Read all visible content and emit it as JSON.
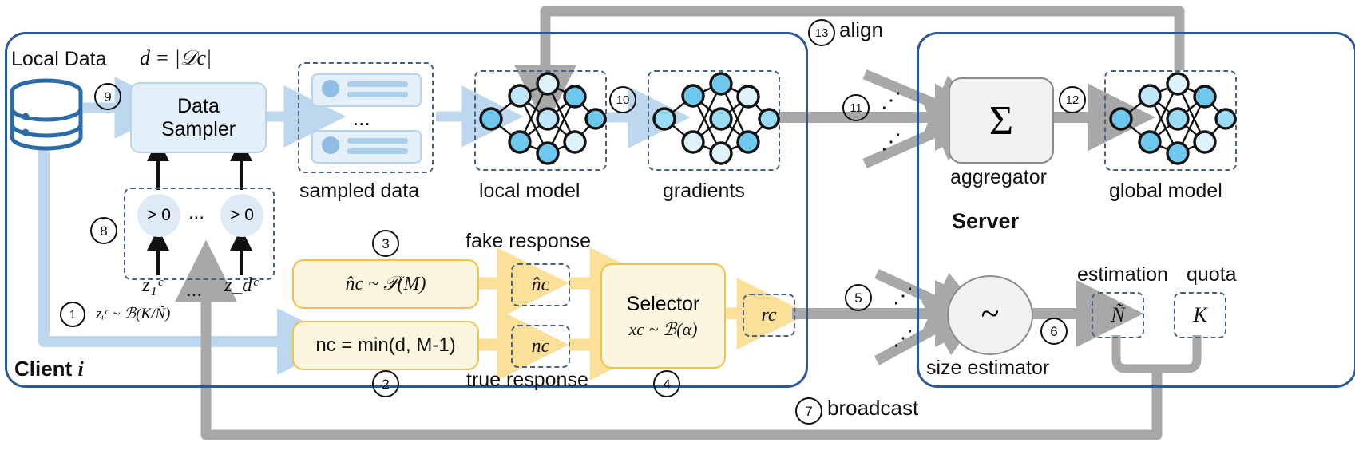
{
  "diagram": {
    "title": "Federated learning client-server pipeline",
    "colors": {
      "panel_border": "#2b5898",
      "light_blue_arrow": "#bcd7ee",
      "grey_arrow": "#a8a8a8",
      "yellow_fill": "#fdf6df",
      "yellow_border": "#f2c14a",
      "blue_fill": "#e3eff9",
      "node_blue": "#66c6ea",
      "dashed_border": "#47617f"
    }
  },
  "client": {
    "panel_label": "Client",
    "panel_label_italic": "i",
    "local_data_label": "Local Data",
    "d_formula": "d = |𝒟c|",
    "data_sampler": {
      "line1": "Data",
      "line2": "Sampler"
    },
    "sampled_data_label": "sampled data",
    "local_model_label": "local model",
    "gradients_label": "gradients",
    "ellipsis": "...",
    "gate_nodes": [
      "> 0",
      "> 0"
    ],
    "gate_vars": [
      "z₁ᶜ",
      "z_dᶜ"
    ],
    "z_formula": "zᵢᶜ ~ ℬ(K/Ñ)",
    "fake_box_formula": "n̂c ~ 𝒫(M)",
    "true_box_formula": "nc = min(d, M-1)",
    "fake_token": "n̂c",
    "true_token": "nc",
    "fake_response_label": "fake response",
    "true_response_label": "true response",
    "selector": {
      "line1": "Selector",
      "line2": "xc ~ ℬ(α)"
    },
    "rc_token": "rc"
  },
  "server": {
    "panel_label": "Server",
    "aggregator_symbol": "Σ",
    "aggregator_label": "aggregator",
    "global_model_label": "global model",
    "size_estimator_symbol": "~",
    "size_estimator_label": "size estimator",
    "estimation_label": "estimation",
    "estimation_token": "Ñ",
    "quota_label": "quota",
    "quota_token": "K"
  },
  "steps": {
    "s1": "①",
    "s2": "②",
    "s3": "③",
    "s4": "④",
    "s5": "⑤",
    "s6": "⑥",
    "s7": "⑦",
    "s8": "⑧",
    "s9": "⑨",
    "s10": "⑩",
    "s11": "⑪",
    "s12": "⑫",
    "s13": "⑬"
  },
  "flow_labels": {
    "align": "align",
    "broadcast": "broadcast"
  },
  "vdots": "⋰"
}
